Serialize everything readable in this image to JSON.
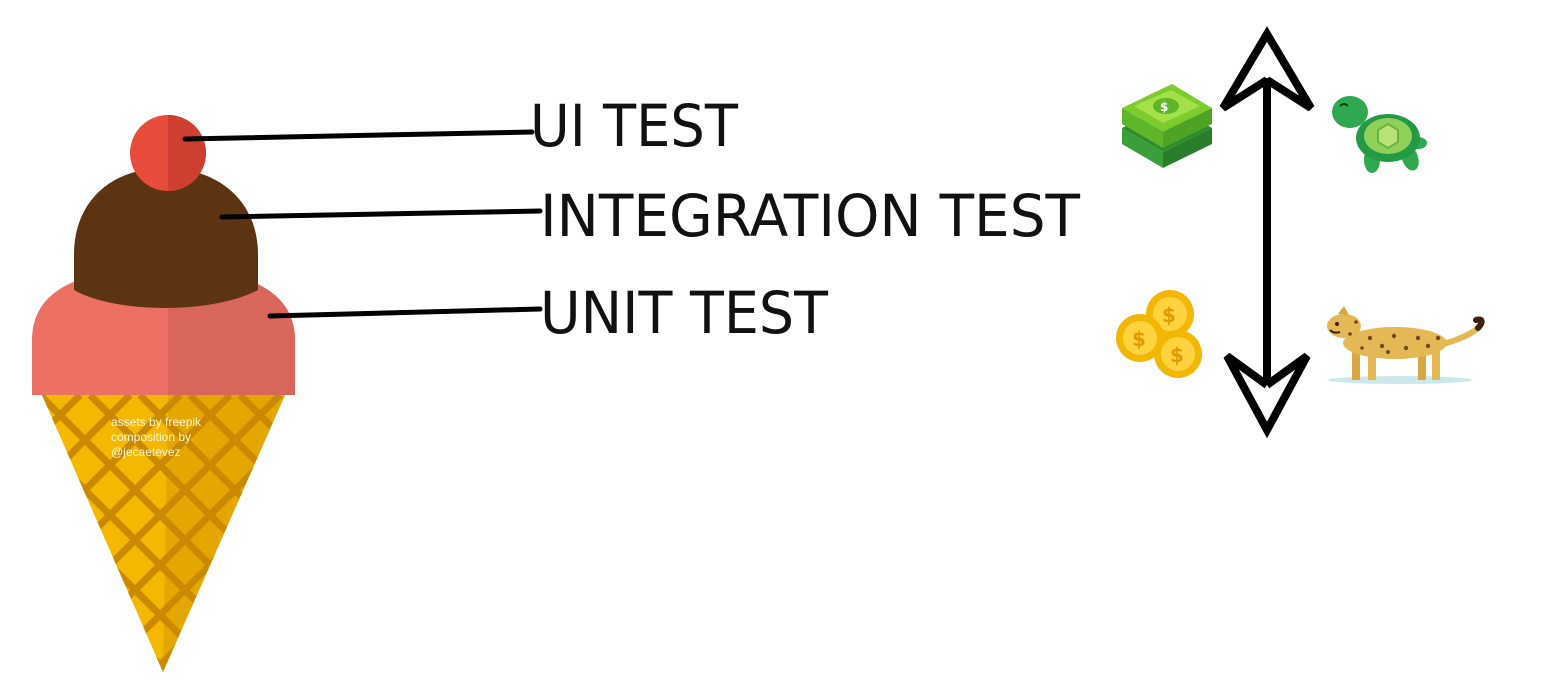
{
  "labels": {
    "ui": "UI TEST",
    "integration": "INTEGRATION TEST",
    "unit": "UNIT TEST"
  },
  "credit": {
    "line1": "assets by freepik",
    "line2": "composition by",
    "line3": "@jecaetevez"
  },
  "icons": {
    "top_cost": "money-bills-icon",
    "top_speed": "turtle-icon",
    "bottom_cost": "coins-icon",
    "bottom_speed": "cheetah-icon",
    "scale": "double-arrow-icon"
  },
  "colors": {
    "cherry": "#e84c3d",
    "chocolate": "#5c3412",
    "strawberry": "#ec7064",
    "cone": "#f5b800",
    "cone_lines": "#c98a00",
    "ink": "#000000"
  }
}
